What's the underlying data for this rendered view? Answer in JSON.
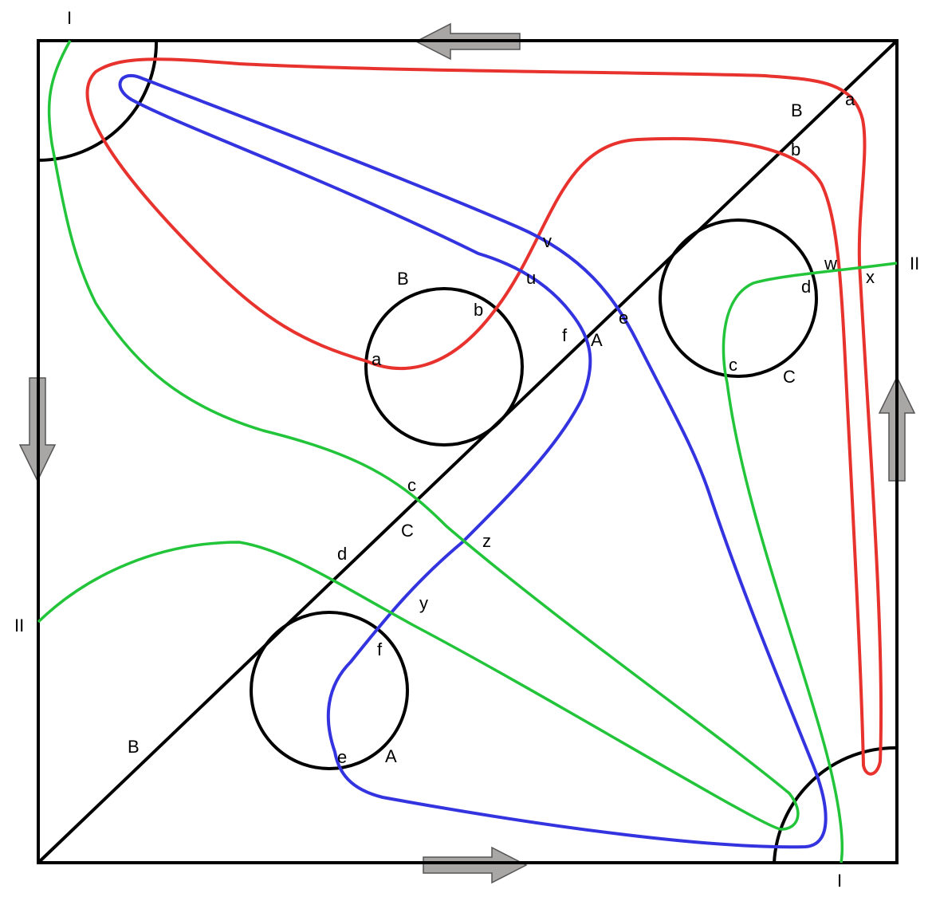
{
  "colors": {
    "frame": "#000000",
    "red_curve": "#e8322d",
    "blue_curve": "#3333e0",
    "green_curve": "#22c43a",
    "arrow_fill": "#a9a6a6"
  },
  "labels": {
    "edge_left": "II",
    "edge_right": "II",
    "corner_top_left": "I",
    "corner_bottom_right": "I",
    "diag_top": "B",
    "diag_bottom": "B",
    "diag_a_top": "a",
    "diag_b_top": "b",
    "diag_c": "c",
    "diag_C": "C",
    "diag_d": "d",
    "diag_e": "e",
    "diag_f": "f",
    "diag_A": "A",
    "circle_b_name": "B",
    "circle_b_a": "a",
    "circle_b_b": "b",
    "circle_c_name": "C",
    "circle_c_c": "c",
    "circle_c_d": "d",
    "circle_a_name": "A",
    "circle_a_e": "e",
    "circle_a_f": "f",
    "cross_u": "u",
    "cross_v": "v",
    "cross_w": "w",
    "cross_x": "x",
    "cross_y": "y",
    "cross_z": "z"
  }
}
